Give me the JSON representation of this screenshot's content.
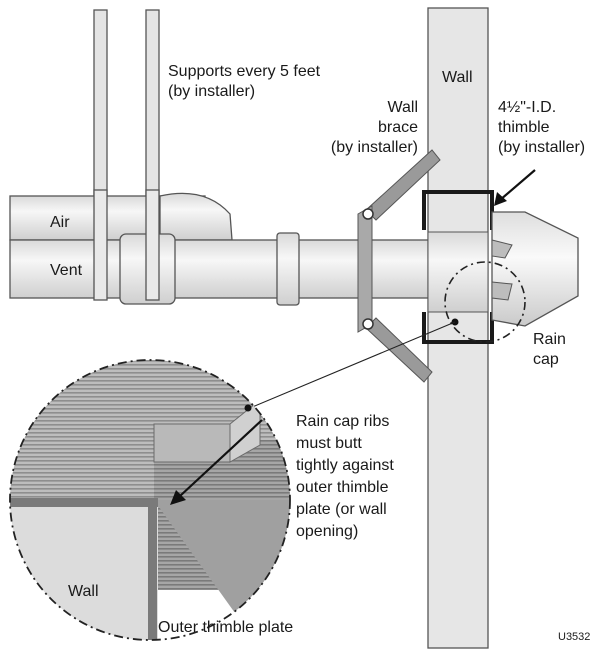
{
  "labels": {
    "supports_line1": "Supports every 5 feet",
    "supports_line2": "(by installer)",
    "wall_top": "Wall",
    "wall_brace_line1": "Wall",
    "wall_brace_line2": "brace",
    "wall_brace_line3": "(by installer)",
    "thimble_line1": "4½\"-I.D.",
    "thimble_line2": "thimble",
    "thimble_line3": "(by installer)",
    "air": "Air",
    "vent": "Vent",
    "rain_cap_line1": "Rain",
    "rain_cap_line2": "cap",
    "ribs_line1": "Rain cap ribs",
    "ribs_line2": "must butt",
    "ribs_line3": "tightly against",
    "ribs_line4": "outer thimble",
    "ribs_line5": "plate (or wall",
    "ribs_line6": "opening)",
    "wall_detail": "Wall",
    "outer_thimble_plate": "Outer thimble plate",
    "figure_code": "U3532"
  },
  "colors": {
    "pipe_fill": "#e9e9e9",
    "pipe_stroke": "#555555",
    "wall_fill": "#e6e6e6",
    "brace_fill": "#9a9a9a",
    "thimble_plate": "#1a1a1a",
    "detail_stripes": "#9c9c9c"
  }
}
